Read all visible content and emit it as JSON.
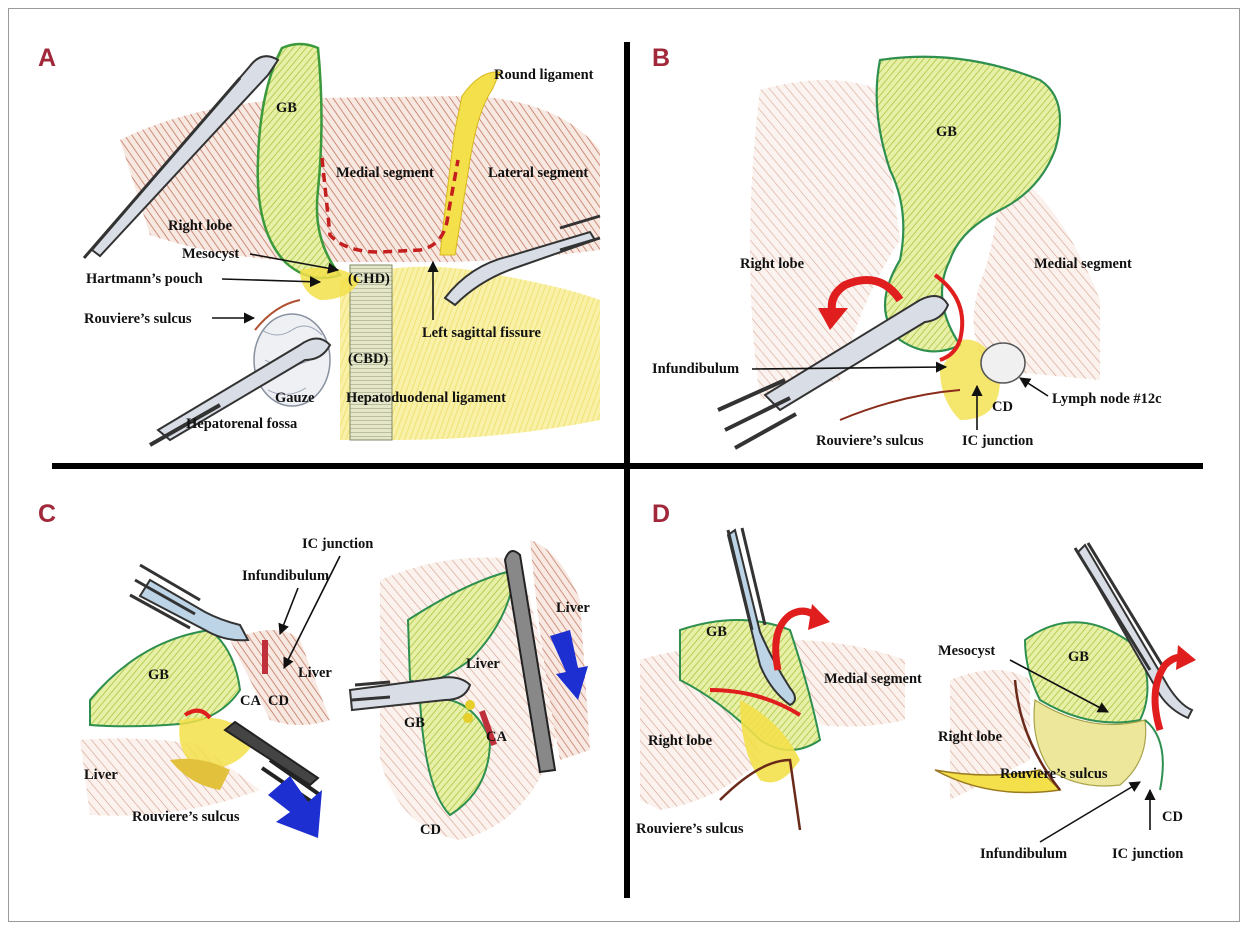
{
  "colors": {
    "panel_letter": "#a0283a",
    "divider": "#000000",
    "red_marker": "#e01e1e",
    "blue_arrow": "#1d2fd0",
    "liver": "#c88a70",
    "gallbladder": "#c9de6e",
    "ligament": "#f3e04a"
  },
  "panels": {
    "A": {
      "letter": "A",
      "labels": {
        "gb": "GB",
        "round_ligament": "Round ligament",
        "medial_segment": "Medial segment",
        "lateral_segment": "Lateral segment",
        "right_lobe": "Right lobe",
        "mesocyst": "Mesocyst",
        "hartmanns_pouch": "Hartmann’s pouch",
        "chd": "(CHD)",
        "rouviere": "Rouviere’s sulcus",
        "left_sagittal": "Left sagittal fissure",
        "cbd": "(CBD)",
        "gauze": "Gauze",
        "hepatoduodenal": "Hepatoduodenal ligament",
        "hepatorenal": "Hepatorenal fossa"
      }
    },
    "B": {
      "letter": "B",
      "labels": {
        "gb": "GB",
        "right_lobe": "Right lobe",
        "medial_segment": "Medial segment",
        "infundibulum": "Infundibulum",
        "lymph_node": "Lymph node #12c",
        "cd": "CD",
        "rouviere": "Rouviere’s sulcus",
        "ic_junction": "IC junction"
      }
    },
    "C": {
      "letter": "C",
      "labels": {
        "ic_junction": "IC junction",
        "infundibulum": "Infundibulum",
        "gb_left": "GB",
        "liver_top": "Liver",
        "ca_left": "CA",
        "cd_left": "CD",
        "liver_left": "Liver",
        "rouviere": "Rouviere’s sulcus",
        "liver_right_top": "Liver",
        "liver_right_mid": "Liver",
        "gb_right": "GB",
        "ca_right": "CA",
        "cd_right": "CD"
      }
    },
    "D": {
      "letter": "D",
      "labels": {
        "gb_left": "GB",
        "medial_segment": "Medial segment",
        "right_lobe_left": "Right lobe",
        "rouviere_left": "Rouviere’s sulcus",
        "mesocyst": "Mesocyst",
        "gb_right": "GB",
        "right_lobe_right": "Right lobe",
        "rouviere_right": "Rouviere’s sulcus",
        "cd": "CD",
        "infundibulum": "Infundibulum",
        "ic_junction": "IC junction"
      }
    }
  }
}
